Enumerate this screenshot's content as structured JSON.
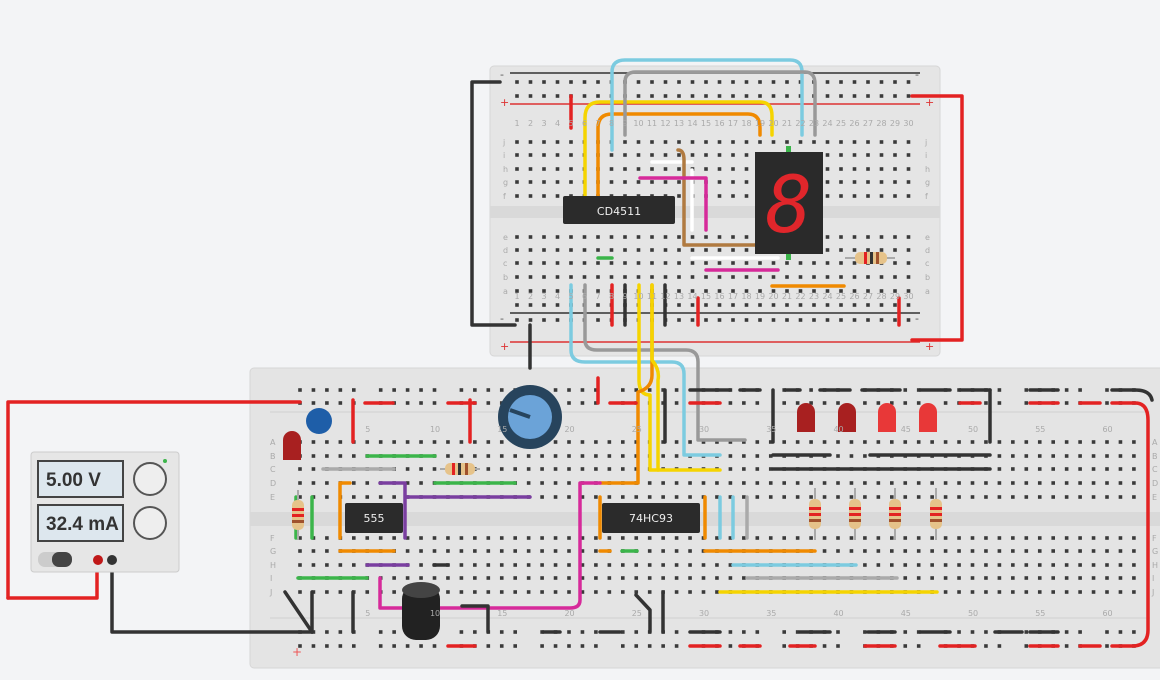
{
  "power_supply": {
    "voltage": "5.00 V",
    "current": "32.4 mA",
    "output_on": true
  },
  "chips": {
    "decoder": "CD4511",
    "timer": "555",
    "counter": "74HC93"
  },
  "display": {
    "digit": "8",
    "color": "#e0262b"
  },
  "breadboard": {
    "rail_plus": "+",
    "rail_minus": "-",
    "row_letters_lower": [
      "A",
      "B",
      "C",
      "D",
      "E",
      "F",
      "G",
      "H",
      "I",
      "J"
    ],
    "row_letters_upper_top": [
      "j",
      "i",
      "h",
      "g",
      "f"
    ],
    "row_letters_upper_bottom": [
      "e",
      "d",
      "c",
      "b",
      "a"
    ],
    "lower_column_numbers": [
      "5",
      "10",
      "15",
      "20",
      "25",
      "30",
      "35",
      "40",
      "45",
      "50",
      "55",
      "60"
    ],
    "upper_column_count": 30
  },
  "colors": {
    "wire_red": "#e32222",
    "wire_black": "#333333",
    "board": "#e4e4e4"
  }
}
